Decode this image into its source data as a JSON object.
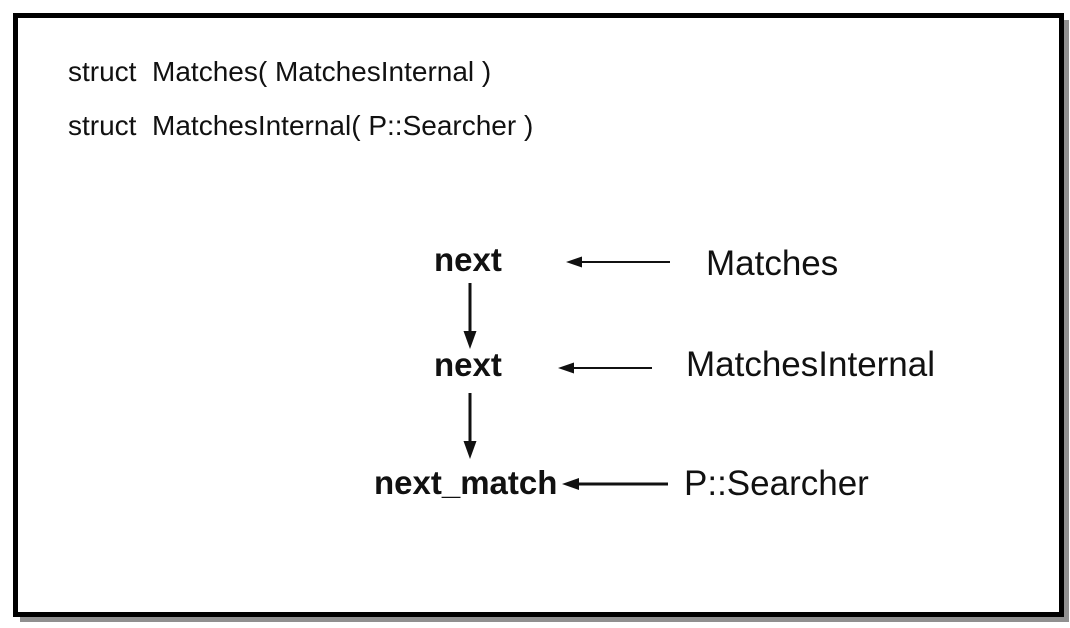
{
  "declarations": {
    "line1": "struct  Matches( MatchesInternal )",
    "line2": "struct  MatchesInternal( P::Searcher )"
  },
  "flow": {
    "rows": [
      {
        "method": "next",
        "owner": "Matches"
      },
      {
        "method": "next",
        "owner": "MatchesInternal"
      },
      {
        "method": "next_match",
        "owner": "P::Searcher"
      }
    ]
  },
  "colors": {
    "text": "#111111",
    "border": "#000000",
    "shadow": "#909090",
    "background": "#ffffff"
  }
}
